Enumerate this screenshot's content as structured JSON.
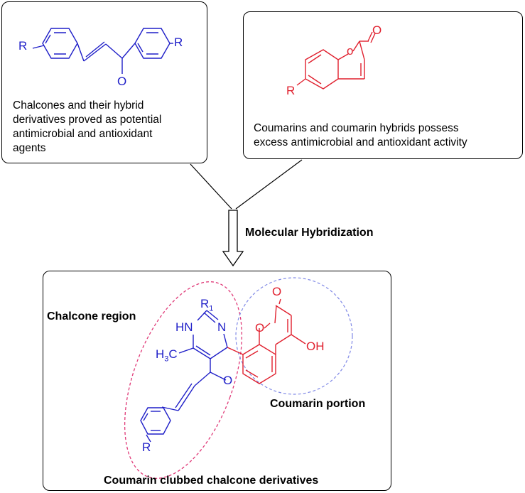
{
  "colors": {
    "chalcone": "#1f1fc8",
    "coumarin": "#e0202e",
    "ellipse_pink": "#e03a78",
    "ellipse_blue": "#7f88e6"
  },
  "top_left": {
    "lines": [
      "Chalcones and their hybrid",
      "derivatives proved as potential",
      "antimicrobial and antioxidant",
      "agents"
    ],
    "r_left": "R",
    "r_right": "R",
    "o_label": "O"
  },
  "top_right": {
    "lines": [
      "Coumarins and coumarin hybrids possess",
      "excess antimicrobial and antioxidant activity"
    ],
    "r_label": "R",
    "o_ring": "o",
    "o_carbonyl": "O"
  },
  "arrow_label": "Molecular Hybridization",
  "bottom": {
    "chalcone_region": "Chalcone region",
    "coumarin_portion": "Coumarin portion",
    "caption": "Coumarin clubbed chalcone derivatives",
    "atoms": {
      "r1": "R",
      "r1_sub": "1",
      "hn": "HN",
      "n": "N",
      "h3c": "H",
      "h3c_sub": "3",
      "h3c_c": "C",
      "o_ketone": "O",
      "r": "R",
      "o_ring": "O",
      "o_carbonyl": "O",
      "oh": "OH"
    }
  }
}
